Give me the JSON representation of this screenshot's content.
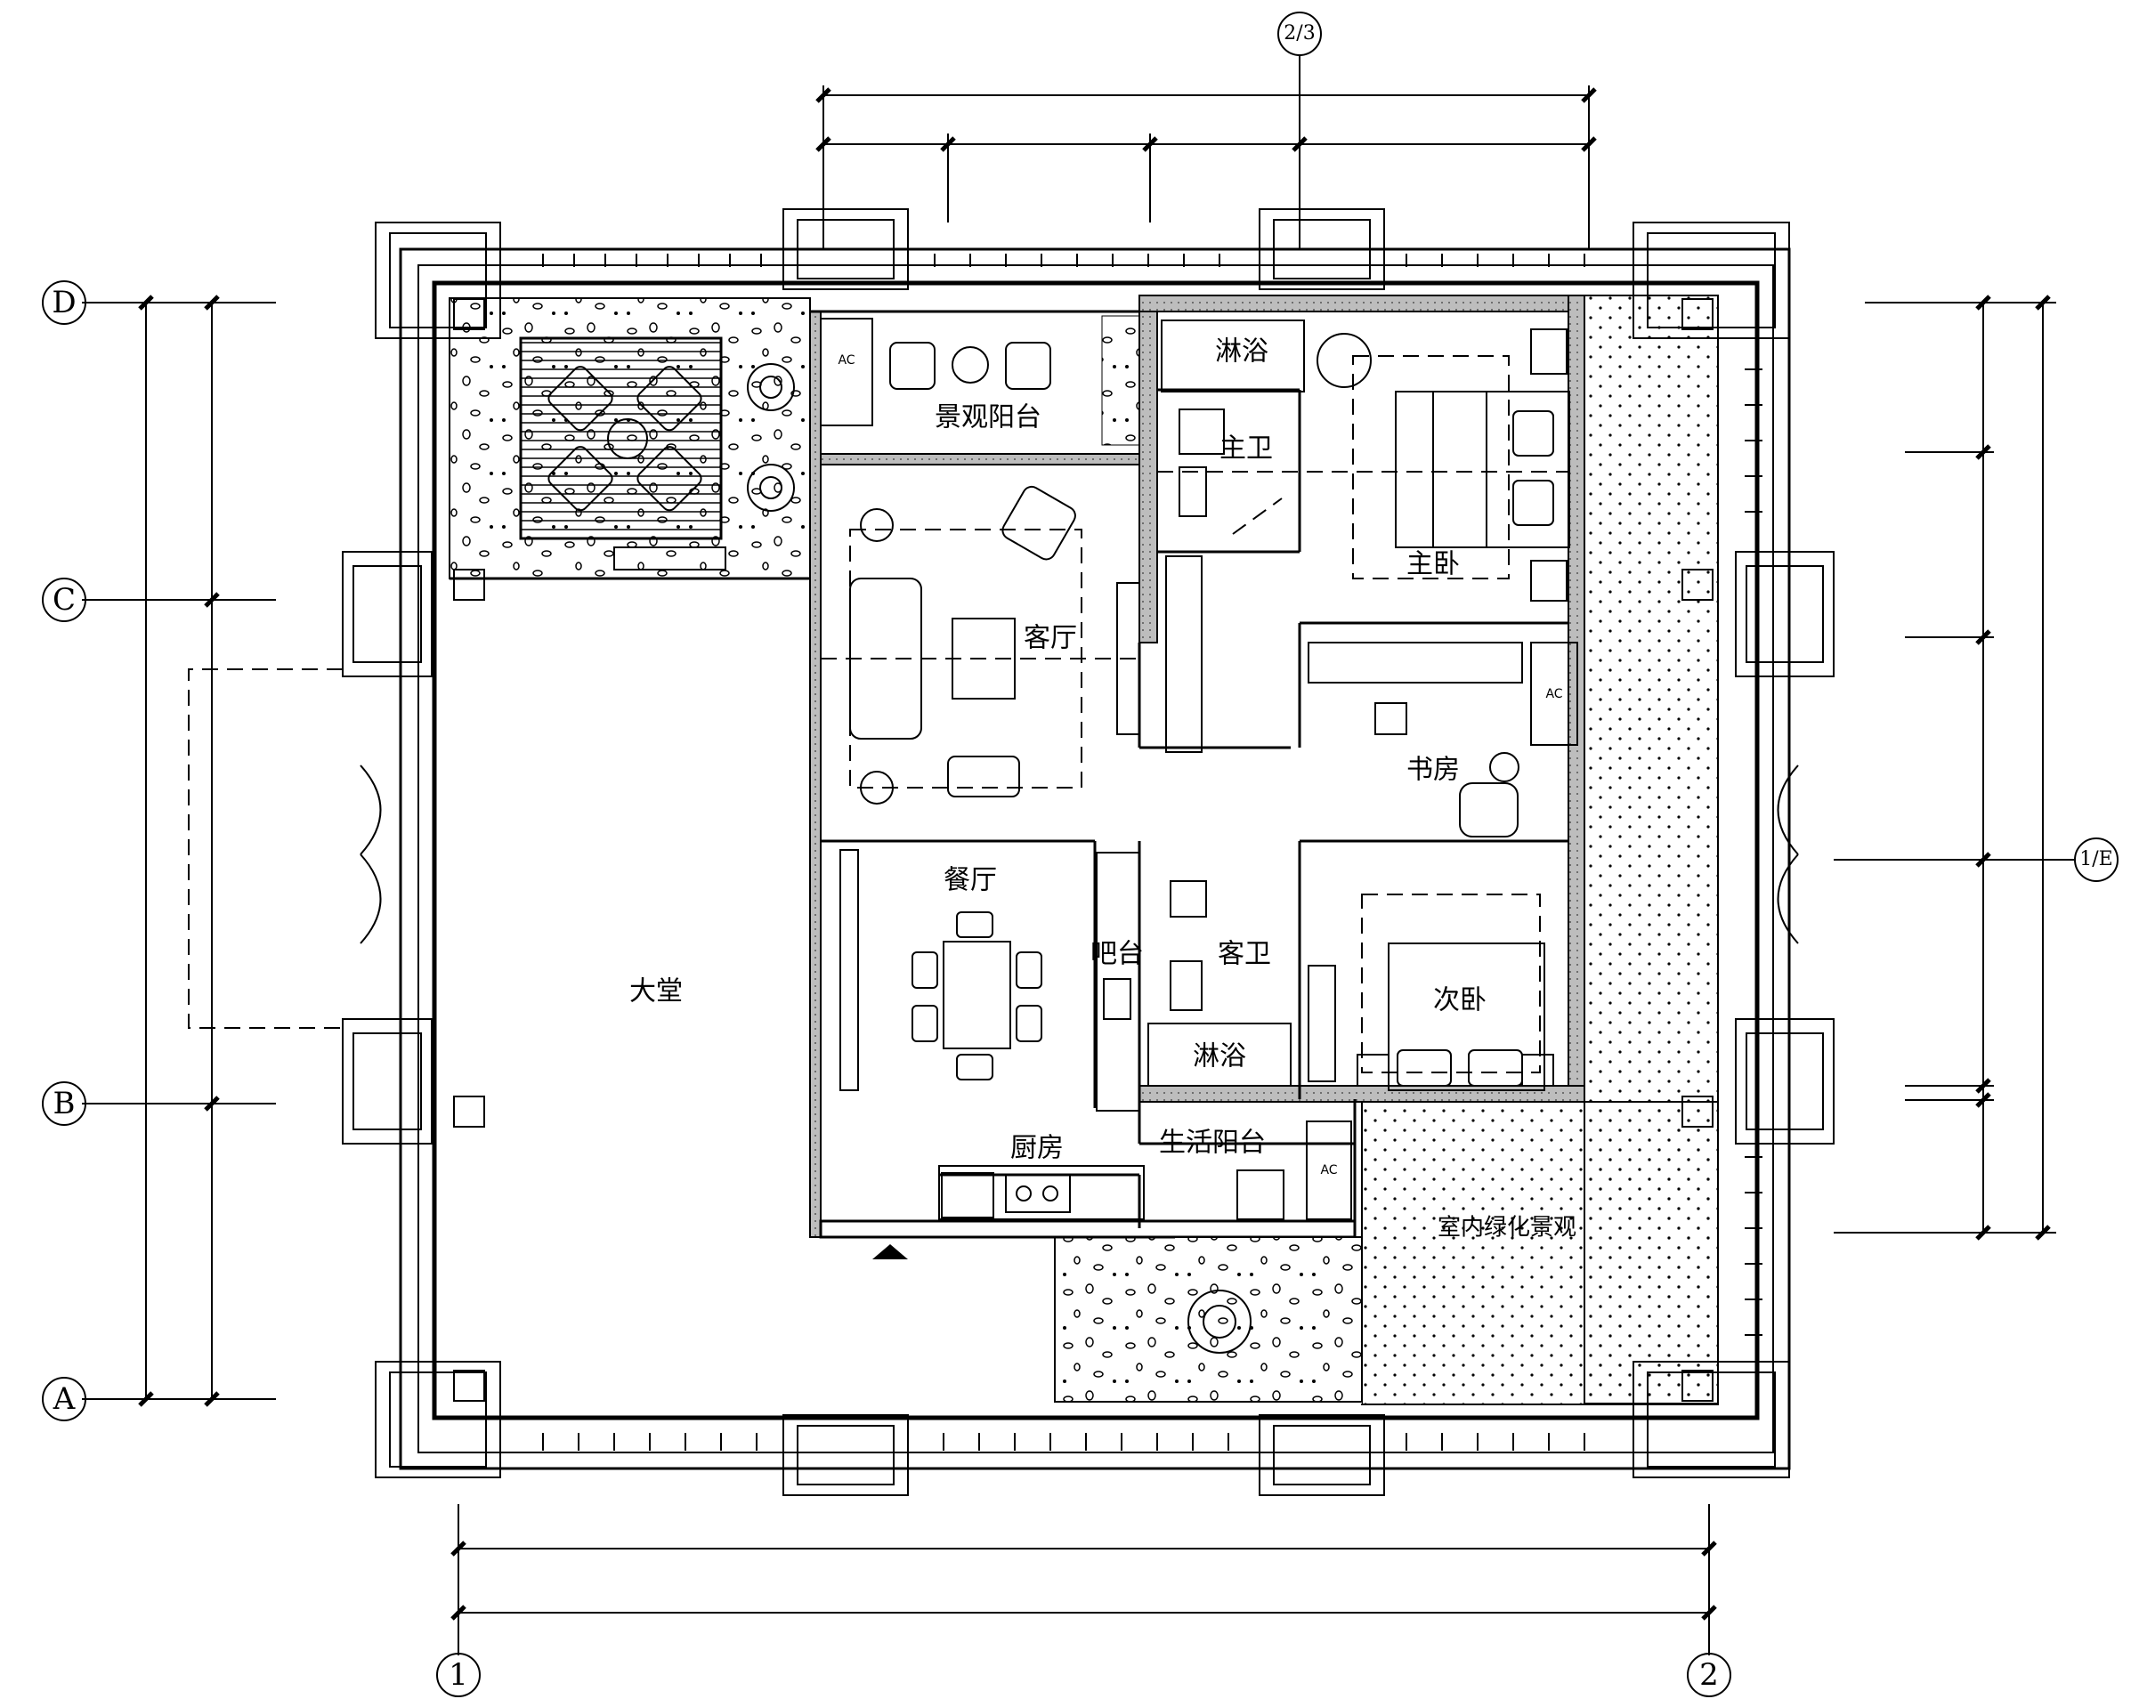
{
  "grid_labels": {
    "top_axis": "2/3",
    "right_axis": "1/E",
    "left_axes": [
      "D",
      "C",
      "B",
      "A"
    ],
    "bottom_axes": [
      "1",
      "2"
    ]
  },
  "rooms": {
    "view_balcony": "景观阳台",
    "living_room": "客厅",
    "master_bath": "主卫",
    "master_bath_shower": "淋浴",
    "master_bedroom": "主卧",
    "study": "书房",
    "dining_room": "餐厅",
    "bar": "吧台",
    "guest_bath": "客卫",
    "guest_bath_shower": "淋浴",
    "second_bedroom": "次卧",
    "lobby": "大堂",
    "kitchen": "厨房",
    "service_balcony": "生活阳台",
    "indoor_green": "室内绿化景观"
  },
  "ac_units": [
    "AC",
    "AC",
    "AC"
  ],
  "colors": {
    "ink": "#000000",
    "background": "#ffffff",
    "wall_fill": "#bdbdbd"
  }
}
